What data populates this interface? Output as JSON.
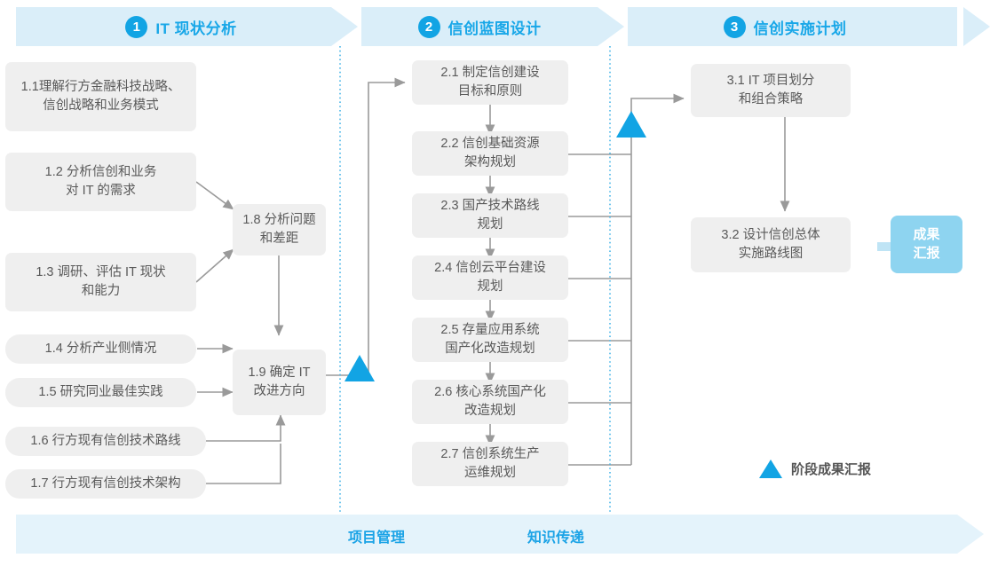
{
  "colors": {
    "banner_bg": "#daeef9",
    "banner_bottom_bg": "#e4f3fb",
    "accent_blue": "#12a4e4",
    "title_blue": "#18a7e8",
    "box_bg": "#efefef",
    "box_text": "#595959",
    "badge_bg": "#8ed4f0",
    "connector": "#9a9a9a",
    "divider": "#49b6e8",
    "arrow_block": "#bfe4f5"
  },
  "header": {
    "phases": [
      {
        "number": "1",
        "label": "IT 现状分析"
      },
      {
        "number": "2",
        "label": "信创蓝图设计"
      },
      {
        "number": "3",
        "label": "信创实施计划"
      }
    ]
  },
  "phase1": {
    "boxes": [
      {
        "id": "1.1",
        "text": "1.1理解行方金融科技战略、\n信创战略和业务模式"
      },
      {
        "id": "1.2",
        "text": "1.2 分析信创和业务\n对 IT 的需求"
      },
      {
        "id": "1.3",
        "text": "1.3 调研、评估 IT 现状\n和能力"
      },
      {
        "id": "1.4",
        "text": "1.4 分析产业侧情况"
      },
      {
        "id": "1.5",
        "text": "1.5 研究同业最佳实践"
      },
      {
        "id": "1.6",
        "text": "1.6 行方现有信创技术路线"
      },
      {
        "id": "1.7",
        "text": "1.7 行方现有信创技术架构"
      },
      {
        "id": "1.8",
        "text": "1.8 分析问题\n和差距"
      },
      {
        "id": "1.9",
        "text": "1.9 确定 IT\n改进方向"
      }
    ]
  },
  "phase2": {
    "boxes": [
      {
        "id": "2.1",
        "text": "2.1 制定信创建设\n目标和原则"
      },
      {
        "id": "2.2",
        "text": "2.2 信创基础资源\n架构规划"
      },
      {
        "id": "2.3",
        "text": "2.3 国产技术路线\n规划"
      },
      {
        "id": "2.4",
        "text": "2.4 信创云平台建设\n规划"
      },
      {
        "id": "2.5",
        "text": "2.5 存量应用系统\n国产化改造规划"
      },
      {
        "id": "2.6",
        "text": "2.6 核心系统国产化\n改造规划"
      },
      {
        "id": "2.7",
        "text": "2.7 信创系统生产\n运维规划"
      }
    ]
  },
  "phase3": {
    "boxes": [
      {
        "id": "3.1",
        "text": "3.1 IT 项目划分\n和组合策略"
      },
      {
        "id": "3.2",
        "text": "3.2 设计信创总体\n实施路线图"
      }
    ],
    "result_badge": "成果\n汇报"
  },
  "legend": {
    "milestone_label": "阶段成果汇报"
  },
  "footer": {
    "labels": [
      {
        "text": "项目管理"
      },
      {
        "text": "知识传递"
      }
    ]
  }
}
